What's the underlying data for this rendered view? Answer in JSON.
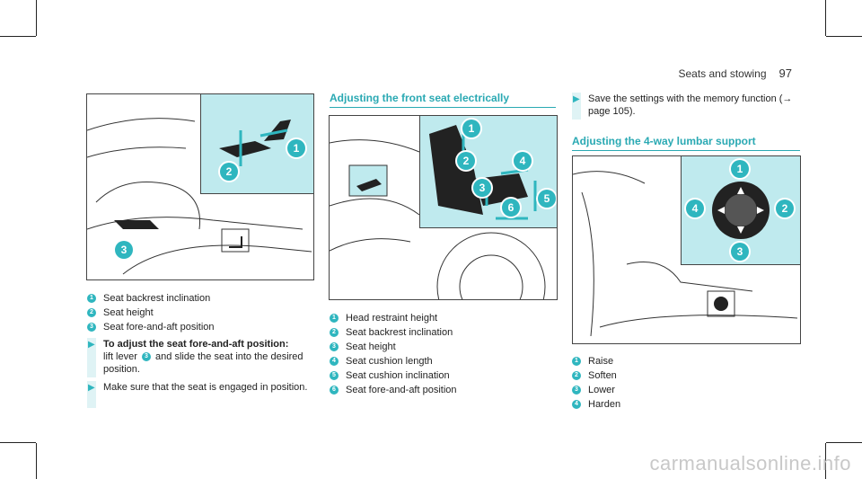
{
  "header": {
    "section": "Seats and stowing",
    "page_number": "97"
  },
  "col1": {
    "callouts": [
      "1",
      "2",
      "3"
    ],
    "legend": [
      {
        "num": "1",
        "text": "Seat backrest inclination"
      },
      {
        "num": "2",
        "text": "Seat height"
      },
      {
        "num": "3",
        "text": "Seat fore-and-aft position"
      }
    ],
    "instruction1": {
      "bold": "To adjust the seat fore-and-aft position:",
      "pre": "lift lever",
      "ref": "3",
      "post": "and slide the seat into the desired position."
    },
    "instruction2": {
      "text": "Make sure that the seat is engaged in position."
    }
  },
  "col2": {
    "title": "Adjusting the front seat electrically",
    "callouts": [
      "1",
      "2",
      "3",
      "4",
      "5",
      "6"
    ],
    "legend": [
      {
        "num": "1",
        "text": "Head restraint height"
      },
      {
        "num": "2",
        "text": "Seat backrest inclination"
      },
      {
        "num": "3",
        "text": "Seat height"
      },
      {
        "num": "4",
        "text": "Seat cushion length"
      },
      {
        "num": "5",
        "text": "Seat cushion inclination"
      },
      {
        "num": "6",
        "text": "Seat fore-and-aft position"
      }
    ]
  },
  "col3": {
    "instruction": {
      "text": "Save the settings with the memory function (→ page 105)."
    },
    "title": "Adjusting the 4-way lumbar support",
    "callouts": [
      "1",
      "2",
      "3",
      "4"
    ],
    "legend": [
      {
        "num": "1",
        "text": "Raise"
      },
      {
        "num": "2",
        "text": "Soften"
      },
      {
        "num": "3",
        "text": "Lower"
      },
      {
        "num": "4",
        "text": "Harden"
      }
    ]
  },
  "colors": {
    "accent": "#2fb6bf",
    "inset": "#bfeaee",
    "title": "#2aa9b3"
  },
  "icons": {
    "bullet": "arrow-right-icon"
  },
  "watermark": "carmanualsonline.info"
}
